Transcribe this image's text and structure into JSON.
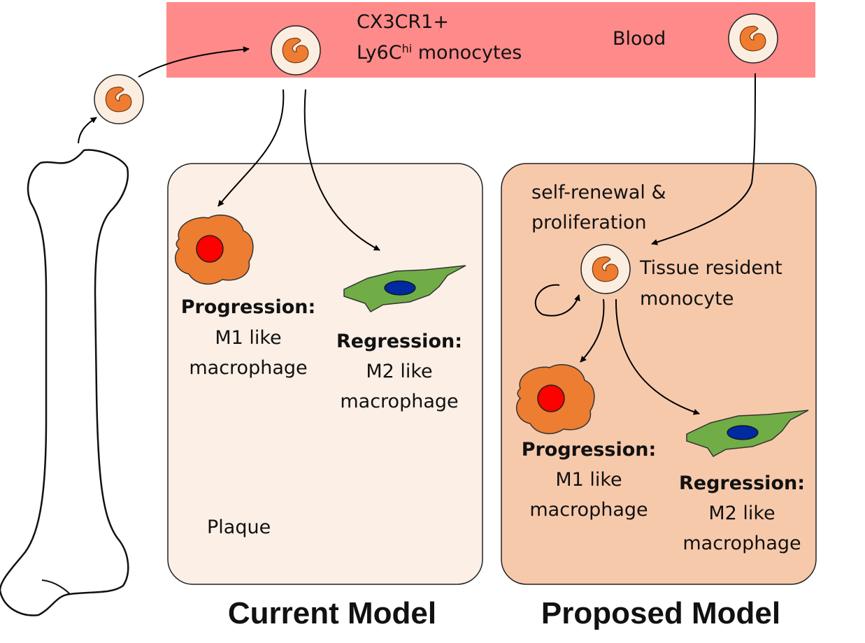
{
  "blood": {
    "monocyte_line1": "CX3CR1+",
    "monocyte_line2_prefix": "Ly6C",
    "monocyte_line2_sup": "hi",
    "monocyte_line2_suffix": " monocytes",
    "label": "Blood"
  },
  "current_model": {
    "title": "Current Model",
    "plaque_label": "Plaque",
    "progression": {
      "heading": "Progression:",
      "line1": "M1 like",
      "line2": "macrophage"
    },
    "regression": {
      "heading": "Regression:",
      "line1": "M2 like",
      "line2": "macrophage"
    }
  },
  "proposed_model": {
    "title": "Proposed Model",
    "self_renewal_line1": "self-renewal &",
    "self_renewal_line2": "proliferation",
    "resident_line1": "Tissue resident",
    "resident_line2": "monocyte",
    "progression": {
      "heading": "Progression:",
      "line1": "M1 like",
      "line2": "macrophage"
    },
    "regression": {
      "heading": "Regression:",
      "line1": "M2 like",
      "line2": "macrophage"
    }
  },
  "colors": {
    "blood_band": "#ff8a8a",
    "current_panel": "#fbefe6",
    "proposed_panel": "#f7c9ab",
    "monocyte_membrane": "#fbeee1",
    "monocyte_nucleus": "#ef7d31",
    "m1_cell": "#ed7d31",
    "m1_nucleus": "#ff0000",
    "m2_cell": "#70ad47",
    "m2_nucleus": "#002aa0"
  }
}
